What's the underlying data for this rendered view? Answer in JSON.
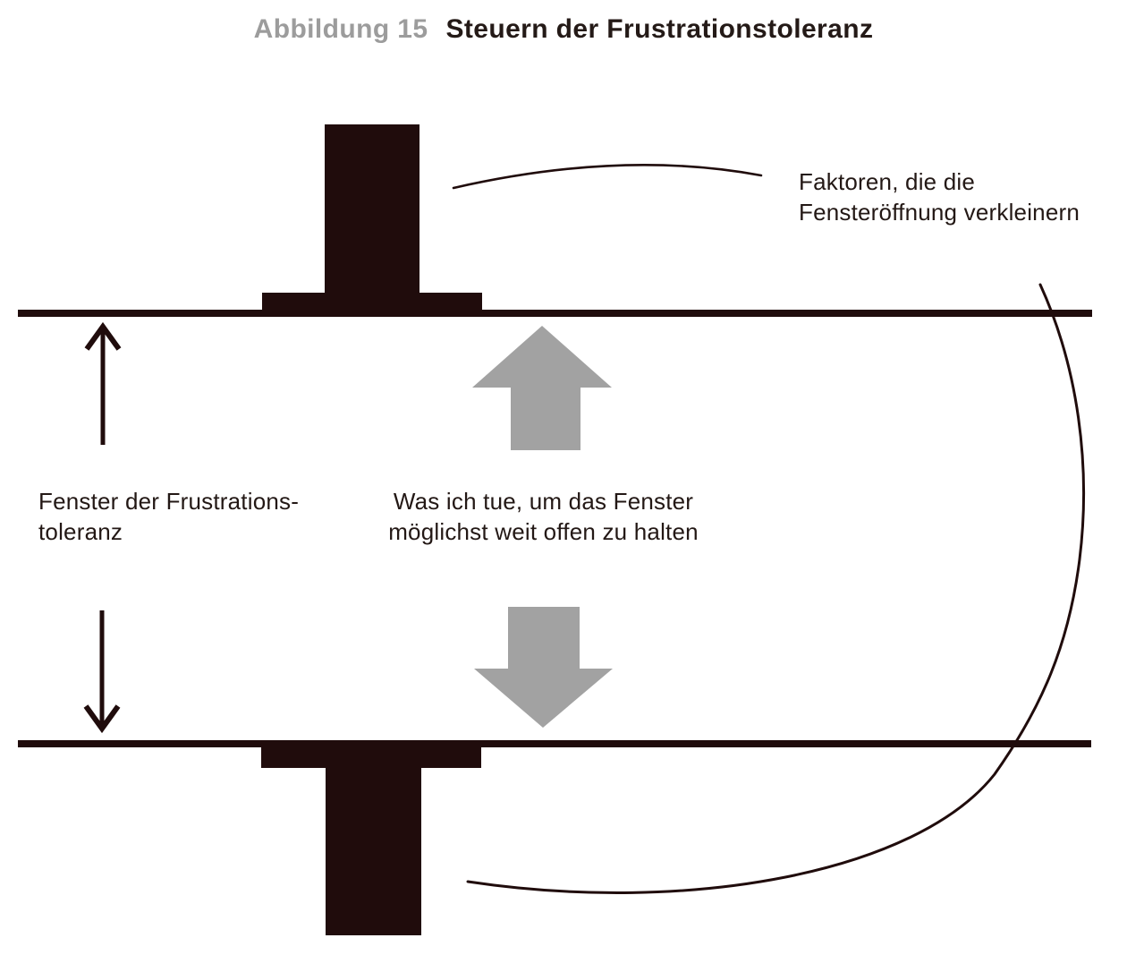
{
  "title": {
    "label": "Abbildung 15",
    "heading": "Steuern der Frustrationstoleranz"
  },
  "labels": {
    "window": {
      "line1": "Fenster der Frustrations-",
      "line2": "toleranz"
    },
    "actions": {
      "line1": "Was ich tue, um das Fenster",
      "line2": "möglichst weit offen zu halten"
    },
    "factors": {
      "line1": "Faktoren, die die",
      "line2": "Fensteröffnung verkleinern"
    }
  },
  "colors": {
    "ink": "#200c0c",
    "text": "#231815",
    "title_label_gray": "#9c9c9c",
    "arrow_gray": "#a2a2a2",
    "background": "#ffffff"
  }
}
